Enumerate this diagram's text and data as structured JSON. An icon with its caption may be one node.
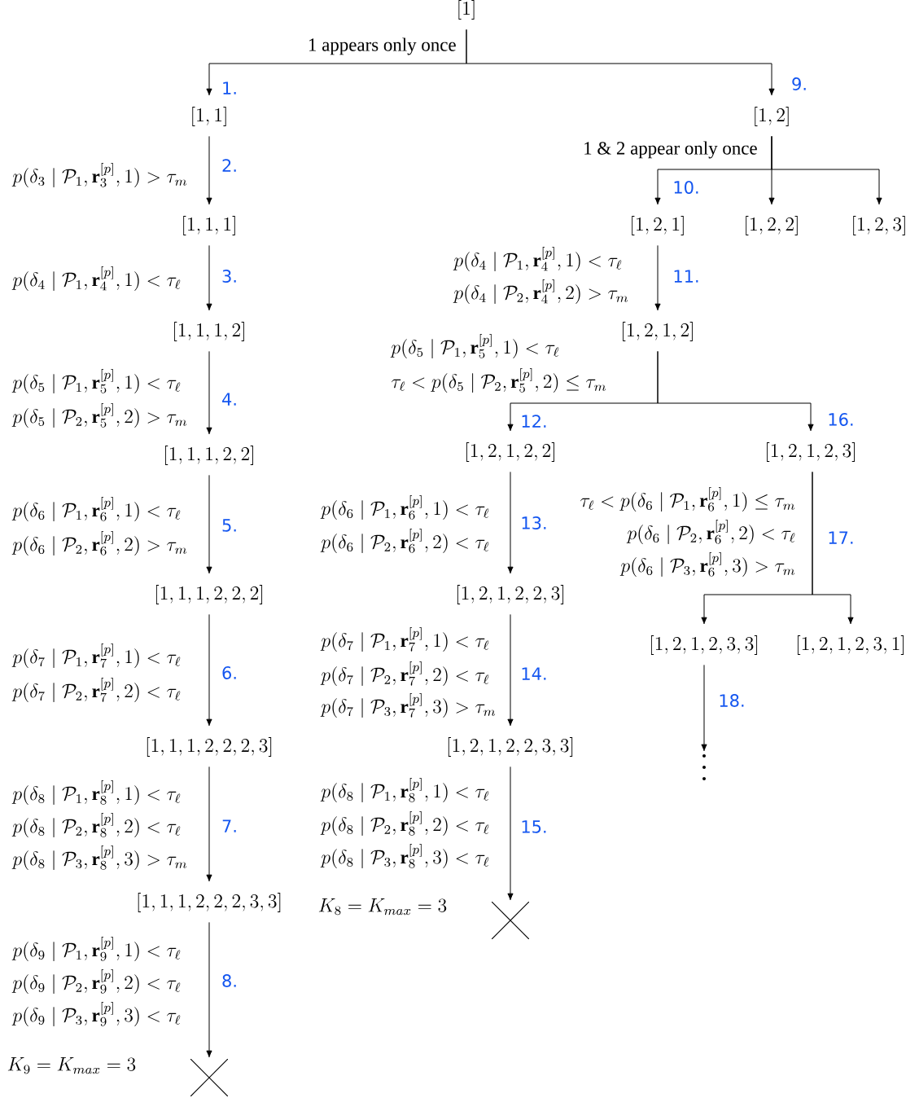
{
  "diagram": {
    "nodes": [
      {
        "text": [
          "[1]"
        ]
      },
      {
        "text": [
          "[1, 1]"
        ]
      },
      {
        "text": [
          "[1, 2]"
        ]
      },
      {
        "text": [
          "[1, 1, 1]"
        ]
      },
      {
        "text": [
          "[1, 2, 1]"
        ]
      },
      {
        "text": [
          "[1, 2, 2]"
        ]
      },
      {
        "text": [
          "[1, 2, 3]"
        ]
      },
      {
        "text": [
          "[1, 1, 1, 2]"
        ]
      },
      {
        "text": [
          "[1, 2, 1, 2]"
        ]
      },
      {
        "text": [
          "[1, 1, 1, 2, 2]"
        ]
      },
      {
        "text": [
          "[1, 2, 1, 2, 2]"
        ]
      },
      {
        "text": [
          "[1, 2, 1, 2, 3]"
        ]
      },
      {
        "text": [
          "[1, 1, 1, 2, 2, 2]"
        ]
      },
      {
        "text": [
          "[1, 2, 1, 2, 2, 3]"
        ]
      },
      {
        "text": [
          "[1, 2, 1, 2, 3, 3]"
        ]
      },
      {
        "text": [
          "[1, 2, 1, 2, 3, 1]"
        ]
      },
      {
        "text": [
          "[1, 1, 1, 2, 2, 2, 3]"
        ]
      },
      {
        "text": [
          "[1, 2, 1, 2, 2, 3, 3]"
        ]
      },
      {
        "text": [
          "[1, 1, 1, 2, 2, 2, 3, 3]"
        ]
      },
      {
        "text": [],
        "shape": "dots"
      },
      {
        "text": [],
        "shape": "cross",
        "beside": [
          "K_8 = K_{max} = 3"
        ]
      },
      {
        "text": [],
        "shape": "cross",
        "beside": [
          "K_9 = K_{max} = 3"
        ]
      }
    ],
    "edges": [
      {
        "from": 0,
        "to": 1,
        "arrow": "to",
        "label": "1."
      },
      {
        "from": 0,
        "to": 2,
        "arrow": "to",
        "label": "9."
      },
      {
        "from": 1,
        "to": 3,
        "arrow": "to",
        "label": "2."
      },
      {
        "from": 3,
        "to": 7,
        "arrow": "to",
        "label": "3."
      },
      {
        "from": 7,
        "to": 9,
        "arrow": "to",
        "label": "4."
      },
      {
        "from": 9,
        "to": 12,
        "arrow": "to",
        "label": "5."
      },
      {
        "from": 12,
        "to": 16,
        "arrow": "to",
        "label": "6."
      },
      {
        "from": 16,
        "to": 18,
        "arrow": "to",
        "label": "7."
      },
      {
        "from": 18,
        "to": 21,
        "arrow": "to",
        "label": "8."
      },
      {
        "from": 2,
        "to": 4,
        "arrow": "to",
        "label": "10."
      },
      {
        "from": 2,
        "to": 5,
        "arrow": "to"
      },
      {
        "from": 2,
        "to": 6,
        "arrow": "to"
      },
      {
        "from": 4,
        "to": 8,
        "arrow": "to",
        "label": "11."
      },
      {
        "from": 8,
        "to": 10,
        "arrow": "to",
        "label": "12."
      },
      {
        "from": 8,
        "to": 11,
        "arrow": "to",
        "label": "16."
      },
      {
        "from": 10,
        "to": 13,
        "arrow": "to",
        "label": "13."
      },
      {
        "from": 13,
        "to": 17,
        "arrow": "to",
        "label": "14."
      },
      {
        "from": 17,
        "to": 20,
        "arrow": "to",
        "label": "15."
      },
      {
        "from": 11,
        "to": 14,
        "arrow": "to",
        "label": "17."
      },
      {
        "from": 11,
        "to": 15,
        "arrow": "to"
      },
      {
        "from": 14,
        "to": 19,
        "arrow": "to",
        "label": "18."
      }
    ],
    "labels": [
      "1 appears only once",
      "1 & 2 appear only once",
      "p(\\delta_3 \\mid \\mathcal{P}_1, \\mathbf{r}_3^{[p]}, 1) > \\tau_m",
      "p(\\delta_4 \\mid \\mathcal{P}_1, \\mathbf{r}_4^{[p]}, 1) < \\tau_\\ell",
      "p(\\delta_5 \\mid \\mathcal{P}_1, \\mathbf{r}_5^{[p]}, 1) < \\tau_\\ell",
      "p(\\delta_5 \\mid \\mathcal{P}_2, \\mathbf{r}_5^{[p]}, 2) > \\tau_m",
      "p(\\delta_6 \\mid \\mathcal{P}_1, \\mathbf{r}_6^{[p]}, 1) < \\tau_\\ell",
      "p(\\delta_6 \\mid \\mathcal{P}_2, \\mathbf{r}_6^{[p]}, 2) > \\tau_m",
      "p(\\delta_7 \\mid \\mathcal{P}_1, \\mathbf{r}_7^{[p]}, 1) < \\tau_\\ell",
      "p(\\delta_7 \\mid \\mathcal{P}_2, \\mathbf{r}_7^{[p]}, 2) < \\tau_\\ell",
      "p(\\delta_8 \\mid \\mathcal{P}_1, \\mathbf{r}_8^{[p]}, 1) < \\tau_\\ell",
      "p(\\delta_8 \\mid \\mathcal{P}_2, \\mathbf{r}_8^{[p]}, 2) < \\tau_\\ell",
      "p(\\delta_8 \\mid \\mathcal{P}_3, \\mathbf{r}_8^{[p]}, 3) > \\tau_m",
      "p(\\delta_9 \\mid \\mathcal{P}_1, \\mathbf{r}_9^{[p]}, 1) < \\tau_\\ell",
      "p(\\delta_9 \\mid \\mathcal{P}_2, \\mathbf{r}_9^{[p]}, 2) < \\tau_\\ell",
      "p(\\delta_9 \\mid \\mathcal{P}_3, \\mathbf{r}_9^{[p]}, 3) < \\tau_\\ell",
      "p(\\delta_4 \\mid \\mathcal{P}_1, \\mathbf{r}_4^{[p]}, 1) < \\tau_\\ell",
      "p(\\delta_4 \\mid \\mathcal{P}_2, \\mathbf{r}_4^{[p]}, 2) > \\tau_m",
      "p(\\delta_5 \\mid \\mathcal{P}_1, \\mathbf{r}_5^{[p]}, 1) < \\tau_\\ell",
      "\\tau_\\ell < p(\\delta_5 \\mid \\mathcal{P}_2, \\mathbf{r}_5^{[p]}, 2) \\le \\tau_m",
      "p(\\delta_6 \\mid \\mathcal{P}_1, \\mathbf{r}_6^{[p]}, 1) < \\tau_\\ell",
      "p(\\delta_6 \\mid \\mathcal{P}_2, \\mathbf{r}_6^{[p]}, 2) < \\tau_\\ell",
      "p(\\delta_7 \\mid \\mathcal{P}_1, \\mathbf{r}_7^{[p]}, 1) < \\tau_\\ell",
      "p(\\delta_7 \\mid \\mathcal{P}_2, \\mathbf{r}_7^{[p]}, 2) < \\tau_\\ell",
      "p(\\delta_7 \\mid \\mathcal{P}_3, \\mathbf{r}_7^{[p]}, 3) > \\tau_m",
      "p(\\delta_8 \\mid \\mathcal{P}_1, \\mathbf{r}_8^{[p]}, 1) < \\tau_\\ell",
      "p(\\delta_8 \\mid \\mathcal{P}_2, \\mathbf{r}_8^{[p]}, 2) < \\tau_\\ell",
      "p(\\delta_8 \\mid \\mathcal{P}_3, \\mathbf{r}_8^{[p]}, 3) < \\tau_\\ell",
      "\\tau_\\ell < p(\\delta_6 \\mid \\mathcal{P}_1, \\mathbf{r}_6^{[p]}, 1) \\le \\tau_m",
      "p(\\delta_6 \\mid \\mathcal{P}_2, \\mathbf{r}_6^{[p]}, 2) < \\tau_\\ell",
      "p(\\delta_6 \\mid \\mathcal{P}_3, \\mathbf{r}_6^{[p]}, 3) > \\tau_m"
    ]
  }
}
